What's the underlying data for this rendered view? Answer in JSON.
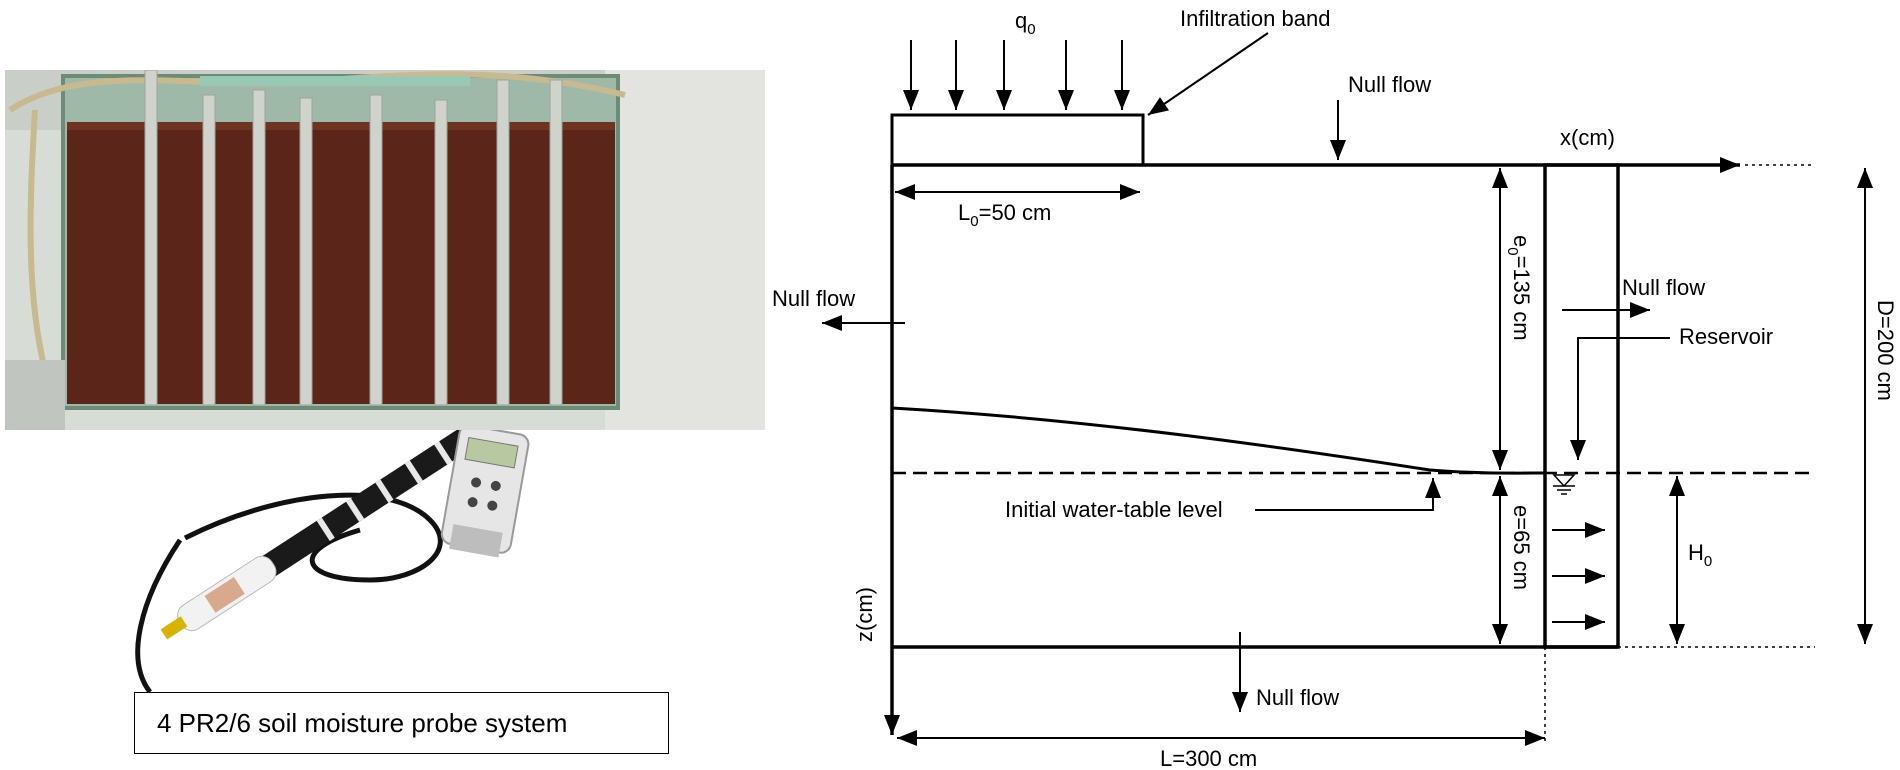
{
  "photo": {
    "alt": "Laboratory soil tank with access tubes"
  },
  "probe": {
    "caption": "4 PR2/6 soil moisture probe system"
  },
  "diagram": {
    "q0": {
      "base": "q",
      "sub": "0"
    },
    "infiltration_band": "Infiltration band",
    "null_flow_top": "Null flow",
    "x_axis": "x(cm)",
    "L0": {
      "pre": "L",
      "sub": "0",
      "post": "=50 cm"
    },
    "e0": {
      "pre": "e",
      "sub": "0",
      "post": "=135 cm"
    },
    "null_flow_left": "Null flow",
    "null_flow_right": "Null flow",
    "reservoir": "Reservoir",
    "D": "D=200 cm",
    "initial_water_table": "Initial water-table level",
    "e": "e=65 cm",
    "H0": {
      "base": "H",
      "sub": "0"
    },
    "z_axis": "z(cm)",
    "null_flow_bottom": "Null flow",
    "L": "L=300 cm"
  }
}
